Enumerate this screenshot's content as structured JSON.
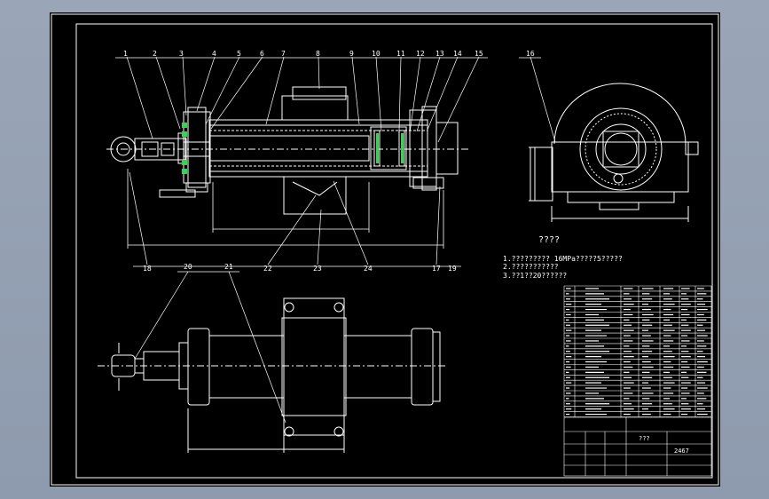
{
  "drawing": {
    "background": "#000000",
    "line_color": "#ffffff",
    "leader_color": "#ffffff",
    "green": "#39d353",
    "balloons_top": [
      "1",
      "2",
      "3",
      "4",
      "5",
      "6",
      "7",
      "8",
      "9",
      "10",
      "11",
      "12",
      "13",
      "14",
      "15"
    ],
    "balloon_side": "16",
    "balloons_bottom": [
      "18",
      "22",
      "23",
      "24",
      "17",
      "19"
    ],
    "balloons_lower": [
      "20",
      "21"
    ],
    "notes_title": "????",
    "notes": [
      "1.????????? 16MPa?????5?????",
      "2.???????????",
      "3.??1??20??????"
    ],
    "title_block": {
      "name": "???",
      "drawing_no": "2467"
    }
  }
}
